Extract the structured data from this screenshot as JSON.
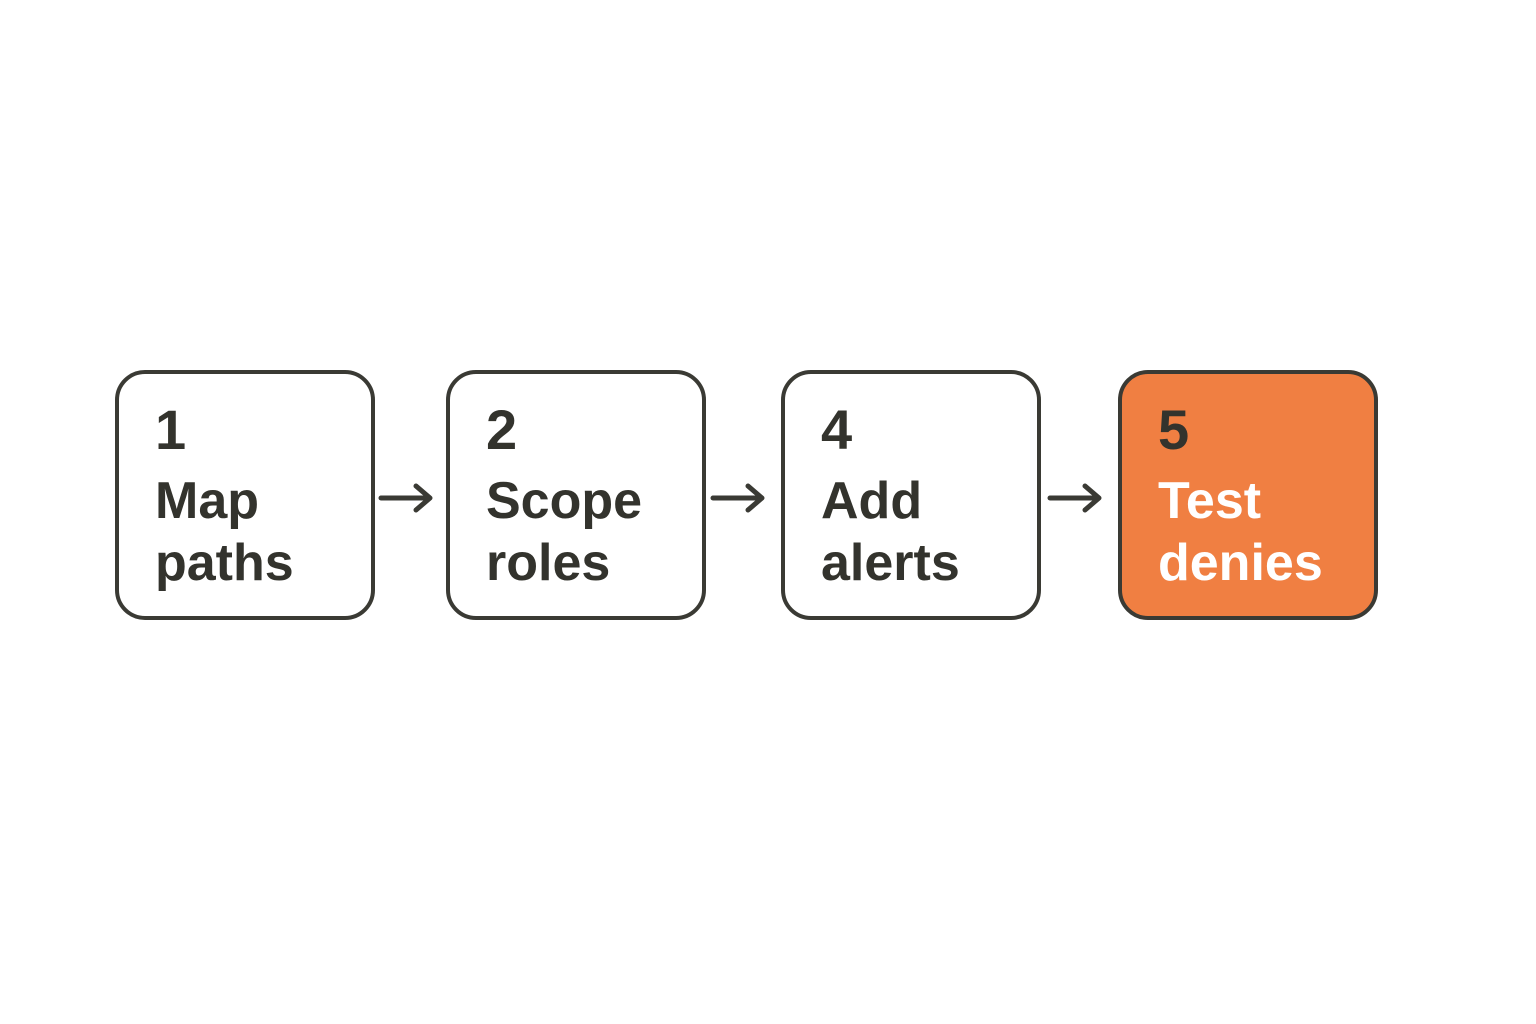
{
  "steps": [
    {
      "number": "1",
      "label": "Map paths"
    },
    {
      "number": "2",
      "label": "Scope roles"
    },
    {
      "number": "4",
      "label": "Add alerts"
    },
    {
      "number": "5",
      "label": "Test denies",
      "highlighted": true
    }
  ],
  "colors": {
    "border": "#3a3a34",
    "text": "#33332d",
    "highlight_fill": "#f07f42",
    "highlight_text": "#ffffff",
    "background": "#ffffff"
  }
}
